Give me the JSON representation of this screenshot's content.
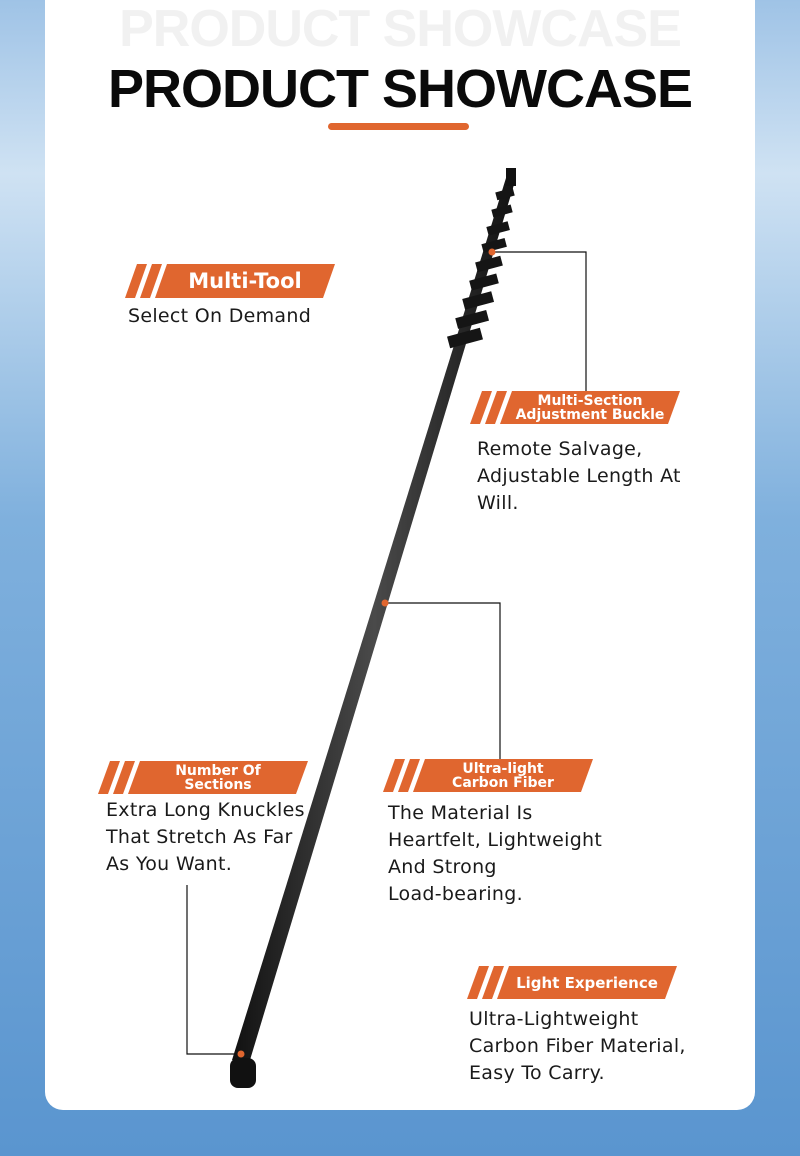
{
  "header": {
    "ghost_title": "PRODUCT SHOWCASE",
    "title": "PRODUCT SHOWCASE"
  },
  "colors": {
    "accent": "#e0662f",
    "text": "#1a1a1a"
  },
  "features": [
    {
      "label": "Multi-Tool",
      "desc": [
        "Select On Demand"
      ]
    },
    {
      "label": [
        "Multi-Section",
        "Adjustment Buckle"
      ],
      "desc": [
        "Remote Salvage,",
        "Adjustable Length At",
        "Will."
      ]
    },
    {
      "label": [
        "Number Of",
        "Sections"
      ],
      "desc": [
        "Extra Long Knuckles",
        "That Stretch As Far",
        "As You Want."
      ]
    },
    {
      "label": [
        "Ultra-light",
        "Carbon Fiber"
      ],
      "desc": [
        "The Material Is",
        "Heartfelt, Lightweight",
        "And Strong",
        "Load-bearing."
      ]
    },
    {
      "label": "Light Experience",
      "desc": [
        "Ultra-Lightweight",
        "Carbon Fiber Material,",
        "Easy To Carry."
      ]
    }
  ]
}
